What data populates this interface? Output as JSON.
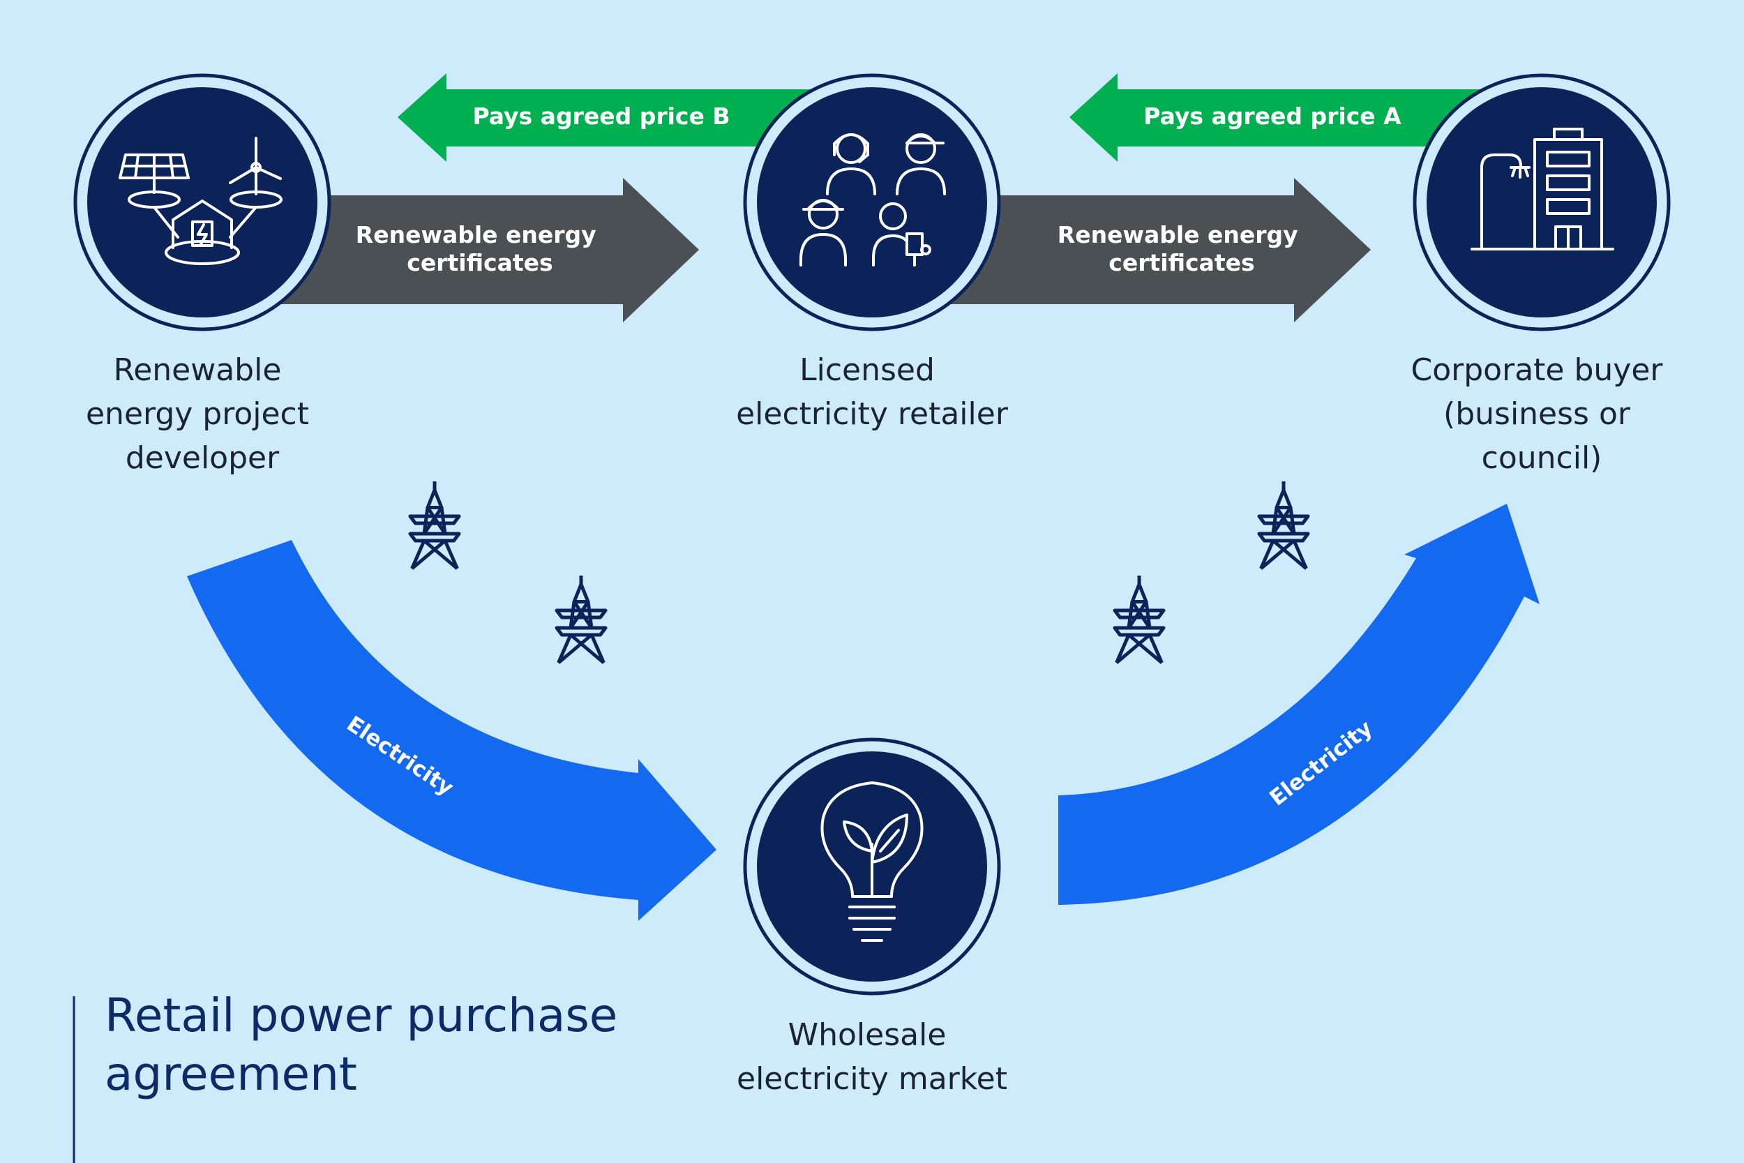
{
  "nodes": {
    "developer": {
      "label_lines": [
        "Renewable",
        "energy project",
        "developer"
      ],
      "icon": "solar-wind-house-icon"
    },
    "retailer": {
      "label_lines": [
        "Licensed",
        "electricity retailer"
      ],
      "icon": "people-workers-icon"
    },
    "buyer": {
      "label_lines": [
        "Corporate buyer",
        "(business or",
        "council)"
      ],
      "icon": "office-building-icon"
    },
    "market": {
      "label_lines": [
        "Wholesale",
        "electricity market"
      ],
      "icon": "lightbulb-leaf-icon"
    }
  },
  "flows": {
    "payment_b": "Pays agreed price B",
    "payment_a": "Pays agreed price A",
    "certificates_1_lines": [
      "Renewable energy",
      "certificates"
    ],
    "certificates_2_lines": [
      "Renewable energy",
      "certificates"
    ],
    "electricity_in": "Electricity",
    "electricity_out": "Electricity"
  },
  "title_lines": [
    "Retail power purchase",
    "agreement"
  ],
  "colors": {
    "background": "#cdebfb",
    "navy": "#0b2359",
    "green": "#00b050",
    "grey": "#4a5054",
    "blue": "#1369ef",
    "pylon": "#0b2359"
  }
}
